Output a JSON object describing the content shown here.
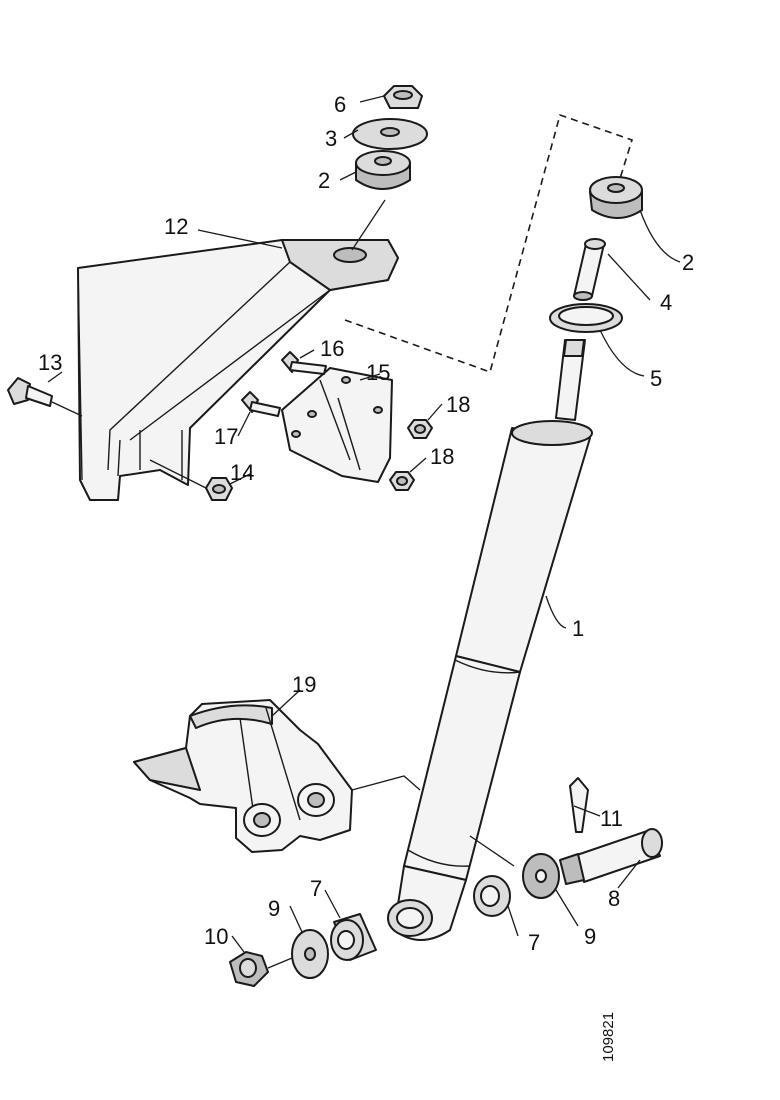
{
  "callouts": {
    "c1": "1",
    "c2a": "2",
    "c2b": "2",
    "c3": "3",
    "c4": "4",
    "c5": "5",
    "c6": "6",
    "c7a": "7",
    "c7b": "7",
    "c8": "8",
    "c9a": "9",
    "c9b": "9",
    "c10": "10",
    "c11": "11",
    "c12": "12",
    "c13": "13",
    "c14": "14",
    "c15": "15",
    "c16": "16",
    "c17": "17",
    "c18a": "18",
    "c18b": "18",
    "c19": "19"
  },
  "reference_code": "109821"
}
